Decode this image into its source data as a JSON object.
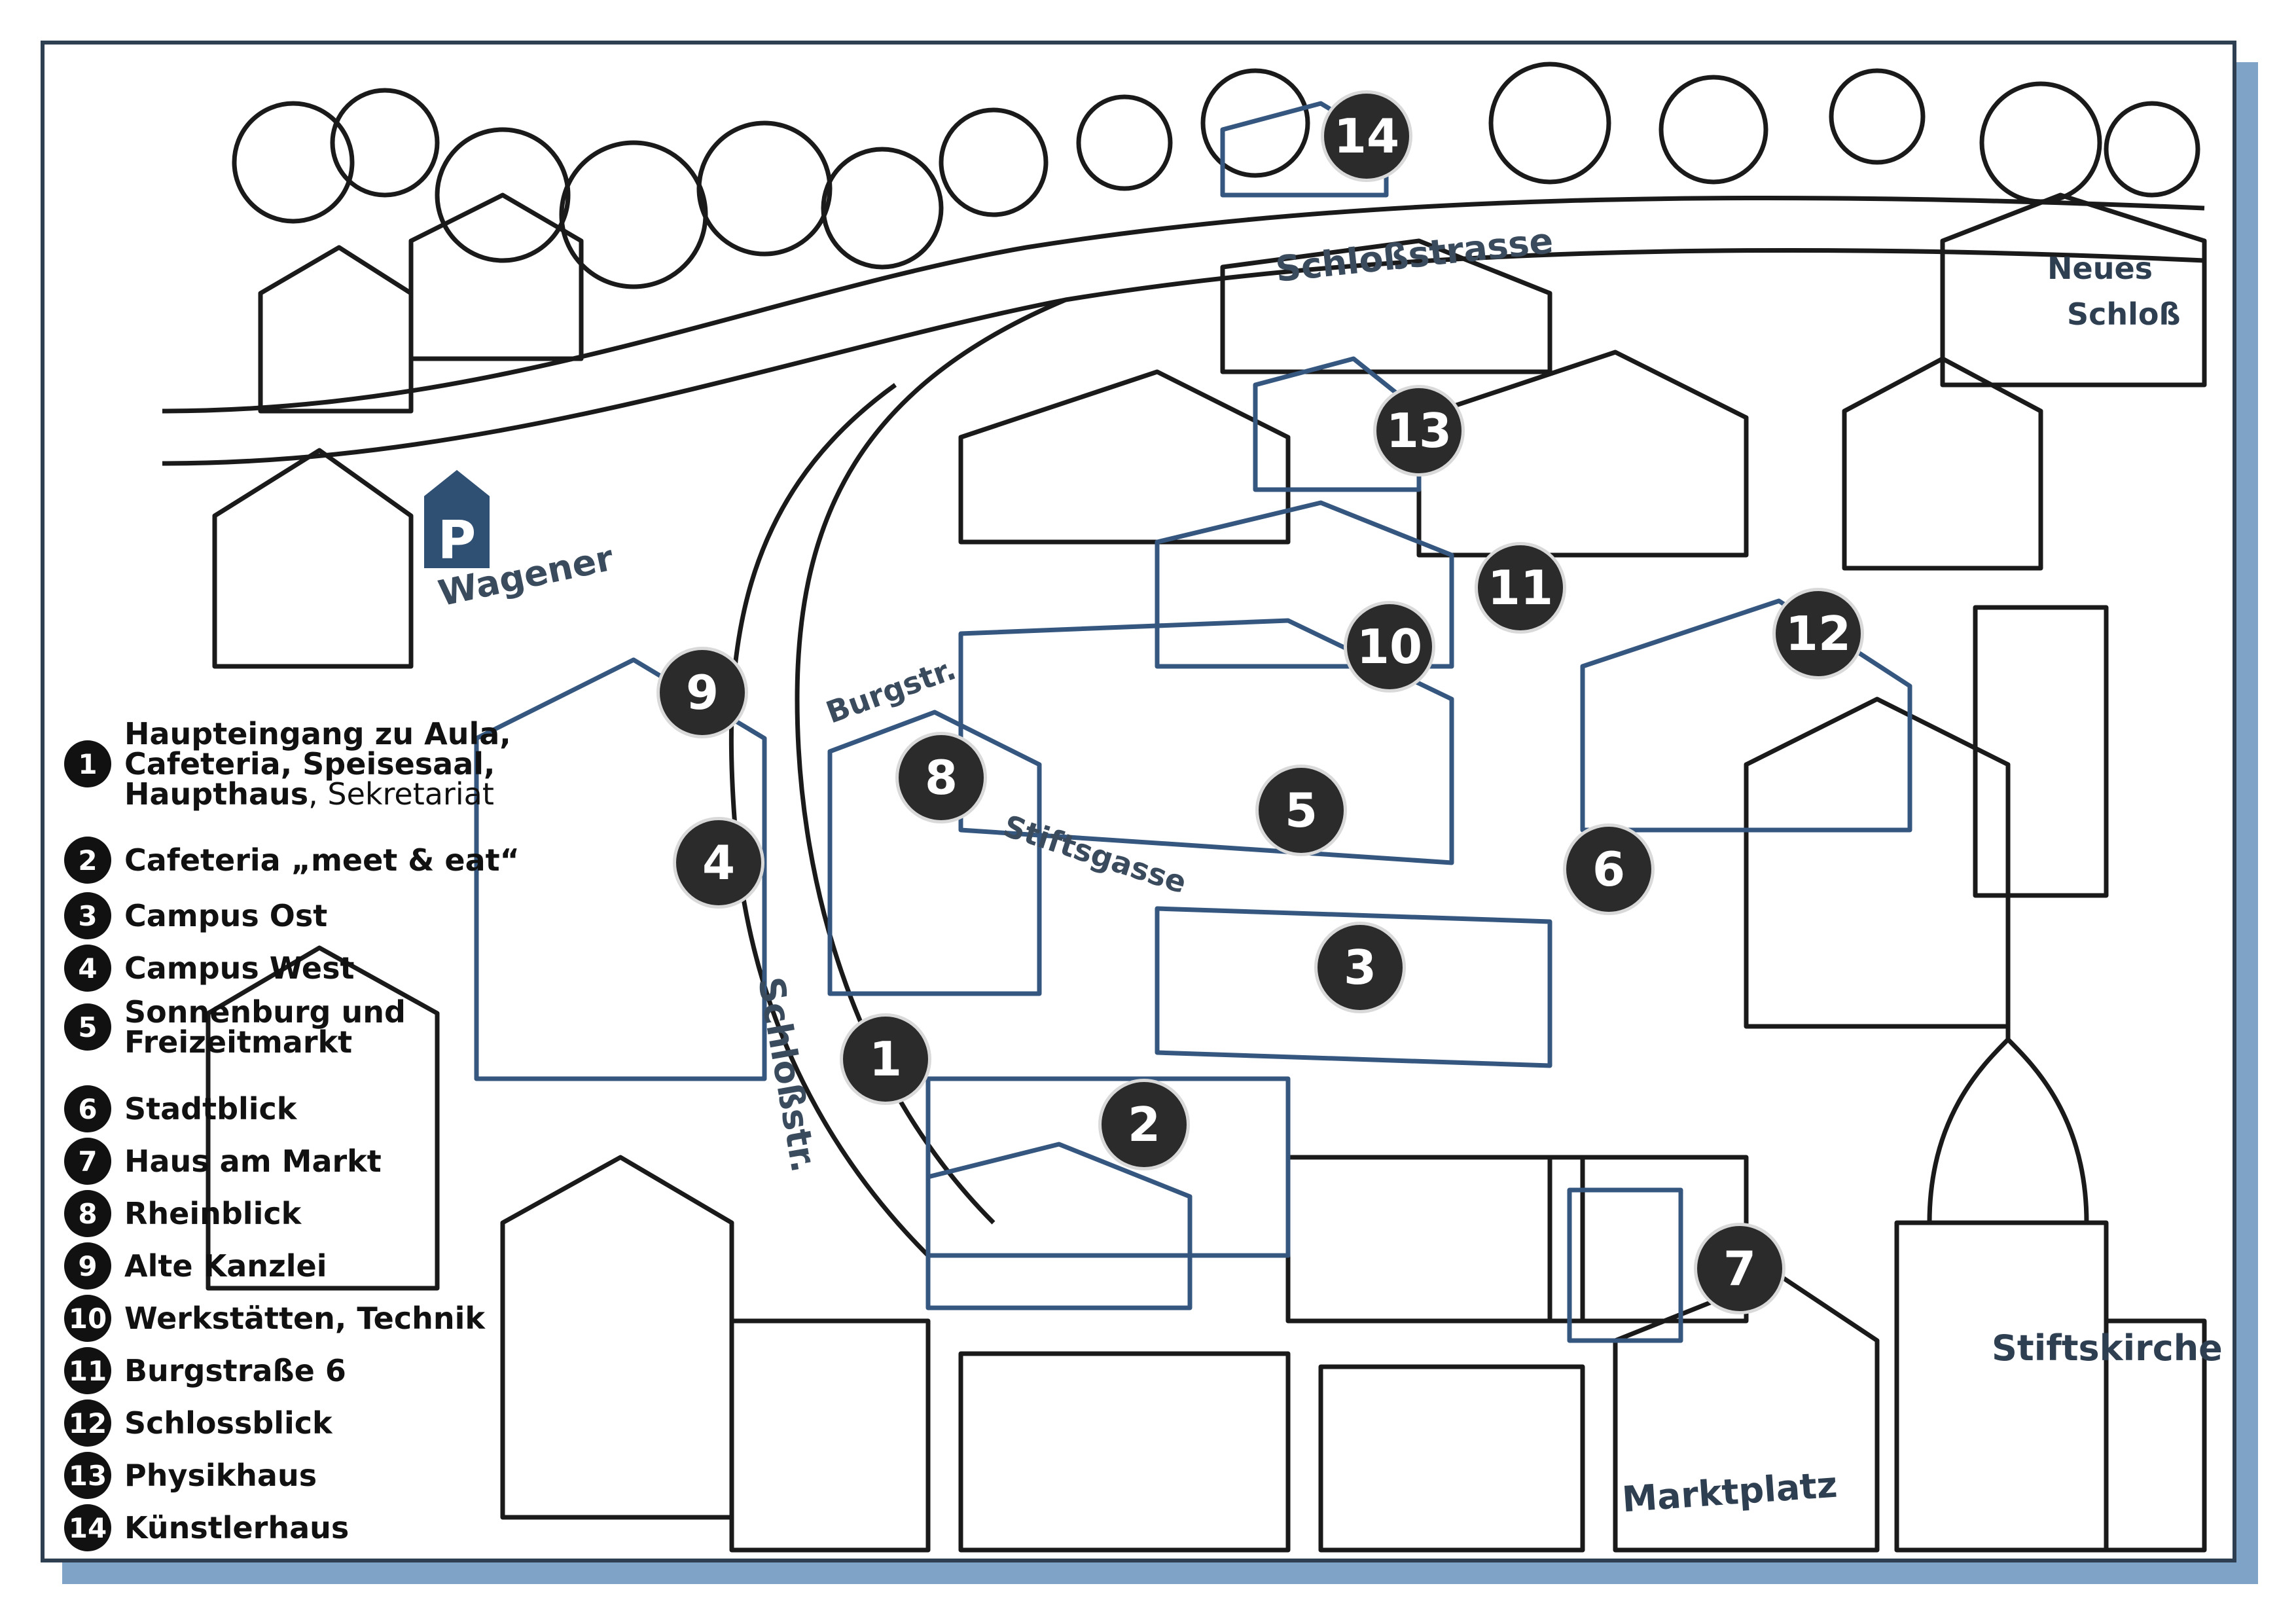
{
  "map": {
    "parking_label": "P",
    "streets": {
      "schlossstrasse": "Schloßstrasse",
      "wagener": "Wagener",
      "burgstr": "Burgstr.",
      "stiftsgasse": "Stiftsgasse",
      "schlossstr": "Schloßstr."
    },
    "places": {
      "neues": "Neues",
      "schloss": "Schloß",
      "stiftskirche": "Stiftskirche",
      "marktplatz": "Marktplatz"
    }
  },
  "legend": [
    {
      "num": "1",
      "lines": [
        [
          {
            "t": "Haupteingang zu Aula,"
          }
        ],
        [
          {
            "t": "Cafeteria, Speisesaal,"
          }
        ],
        [
          {
            "t": "Haupthaus"
          },
          {
            "t": ", Sekretariat",
            "normal": true
          }
        ]
      ]
    },
    {
      "num": "2",
      "lines": [
        [
          {
            "t": "Cafeteria „meet & eat“"
          }
        ]
      ]
    },
    {
      "num": "3",
      "lines": [
        [
          {
            "t": "Campus Ost"
          }
        ]
      ]
    },
    {
      "num": "4",
      "lines": [
        [
          {
            "t": "Campus West"
          }
        ]
      ]
    },
    {
      "num": "5",
      "lines": [
        [
          {
            "t": "Sonnenburg und"
          }
        ],
        [
          {
            "t": "Freizeitmarkt"
          }
        ]
      ]
    },
    {
      "num": "6",
      "lines": [
        [
          {
            "t": "Stadtblick"
          }
        ]
      ]
    },
    {
      "num": "7",
      "lines": [
        [
          {
            "t": "Haus am Markt"
          }
        ]
      ]
    },
    {
      "num": "8",
      "lines": [
        [
          {
            "t": "Rheinblick"
          }
        ]
      ]
    },
    {
      "num": "9",
      "lines": [
        [
          {
            "t": "Alte Kanzlei"
          }
        ]
      ]
    },
    {
      "num": "10",
      "lines": [
        [
          {
            "t": "Werkstätten, Technik"
          }
        ]
      ]
    },
    {
      "num": "11",
      "lines": [
        [
          {
            "t": "Burgstraße 6"
          }
        ]
      ]
    },
    {
      "num": "12",
      "lines": [
        [
          {
            "t": "Schlossblick"
          }
        ]
      ]
    },
    {
      "num": "13",
      "lines": [
        [
          {
            "t": "Physikhaus"
          }
        ]
      ]
    },
    {
      "num": "14",
      "lines": [
        [
          {
            "t": "Künstlerhaus"
          }
        ]
      ]
    }
  ],
  "markers": [
    "1",
    "2",
    "3",
    "4",
    "5",
    "6",
    "7",
    "8",
    "9",
    "10",
    "11",
    "12",
    "13",
    "14"
  ],
  "colors": {
    "ink": "#1a1a1a",
    "campus_blue": "#35577f",
    "frame": "#2f3f52",
    "shadow": "#7fa3c6"
  }
}
